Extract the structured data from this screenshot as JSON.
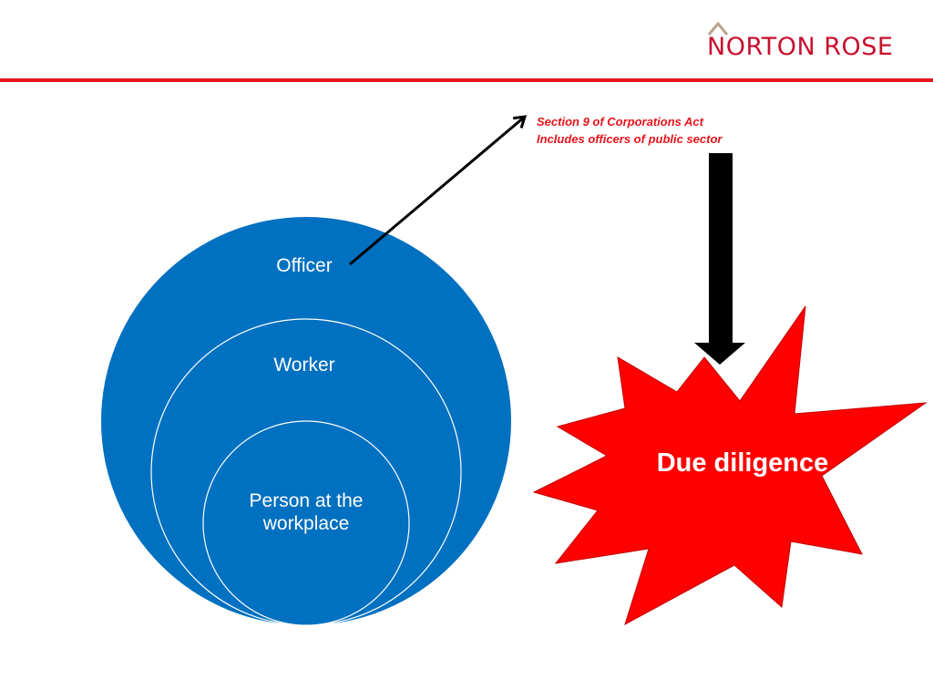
{
  "logo": {
    "text": "NORTON ROSE",
    "color": "#c8102e",
    "mark_color": "#b9a48a"
  },
  "header_rule_color": "#e8141c",
  "annotation": {
    "line1": "Section 9 of Corporations Act",
    "line2": "Includes officers of public sector",
    "color": "#e8141c"
  },
  "nested_circles": {
    "fill_color": "#0070c0",
    "outline_color": "#ffffff",
    "levels": [
      {
        "label": "Officer"
      },
      {
        "label": "Worker"
      },
      {
        "label": "Person at the workplace"
      }
    ]
  },
  "burst": {
    "label": "Due diligence",
    "fill_color": "#ff0000",
    "stroke_color": "#c00000"
  },
  "arrow_color": "#000000"
}
